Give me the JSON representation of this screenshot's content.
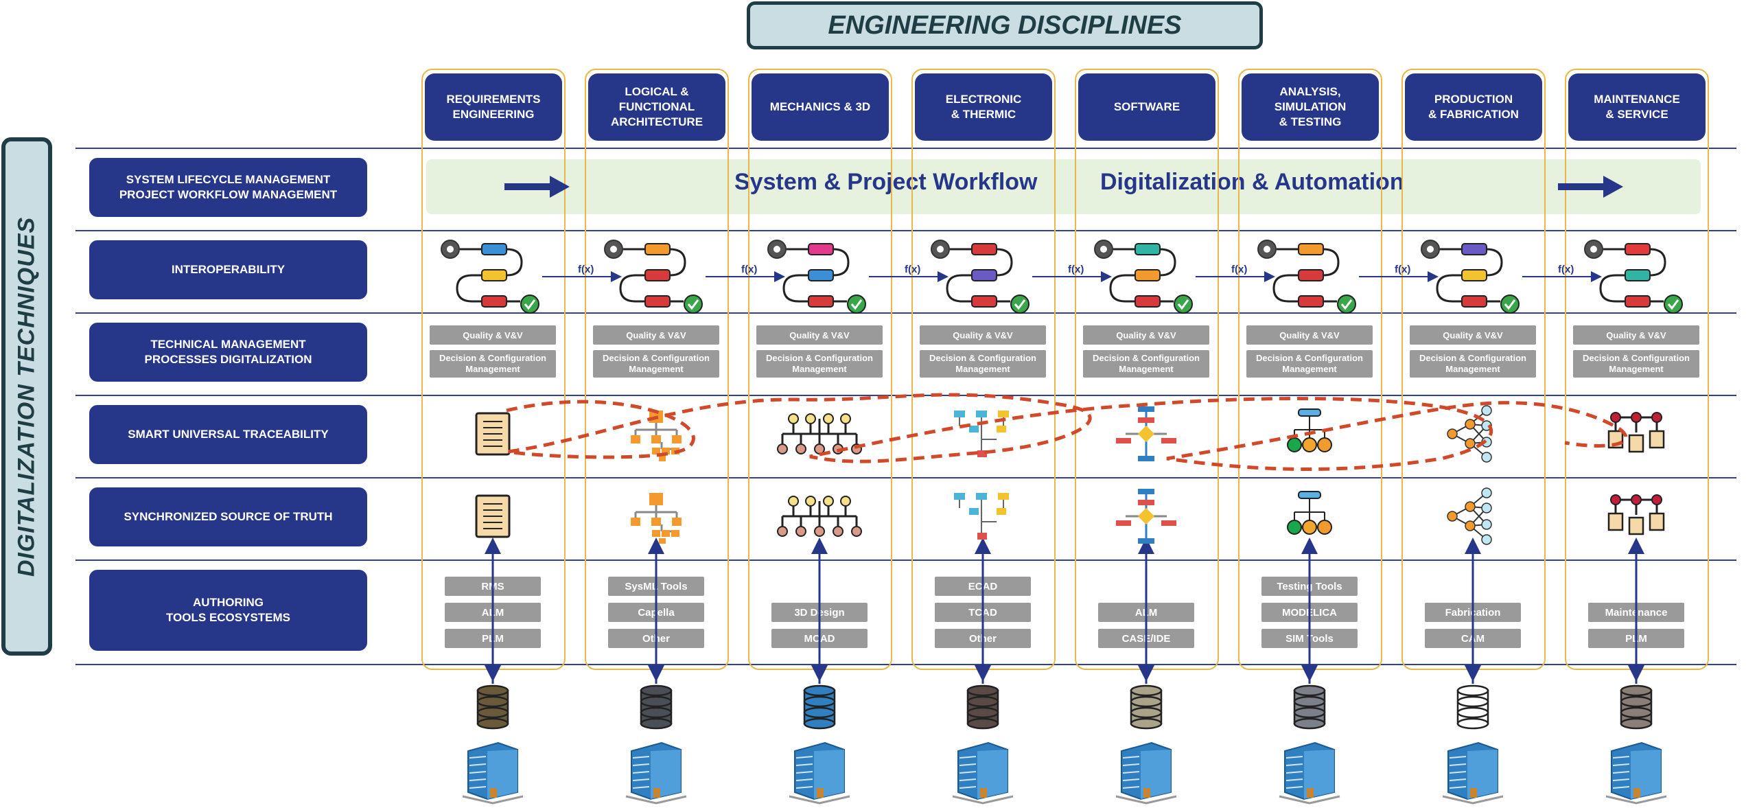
{
  "header": {
    "title": "ENGINEERING DISCIPLINES"
  },
  "sidebar": {
    "title": "DIGITALIZATION TECHNIQUES"
  },
  "rows": [
    {
      "label": "SYSTEM LIFECYCLE MANAGEMENT\nPROJECT WORKFLOW MANAGEMENT"
    },
    {
      "label": "INTEROPERABILITY"
    },
    {
      "label": "TECHNICAL MANAGEMENT\nPROCESSES DIGITALIZATION"
    },
    {
      "label": "SMART UNIVERSAL TRACEABILITY"
    },
    {
      "label": "SYNCHRONIZED SOURCE OF TRUTH"
    },
    {
      "label": "AUTHORING\nTOOLS ECOSYSTEMS"
    }
  ],
  "workflow": {
    "text_left": "System & Project Workflow",
    "text_right": "Digitalization & Automation"
  },
  "fx_label": "f(x)",
  "columns": [
    {
      "title": "REQUIREMENTS\nENGINEERING",
      "quality": "Quality & V&V",
      "decision": "Decision & Configuration\nManagement",
      "tools": [
        "RMS",
        "ALM",
        "PLM"
      ],
      "icon": "document-icon",
      "db_color": "#6b5a3a",
      "building": "office-building-icon"
    },
    {
      "title": "LOGICAL &\nFUNCTIONAL\nARCHITECTURE",
      "quality": "Quality & V&V",
      "decision": "Decision & Configuration\nManagement",
      "tools": [
        "SysML Tools",
        "Capella",
        "Other"
      ],
      "icon": "hierarchy-icon",
      "db_color": "#4a4f55",
      "building": "office-building-icon"
    },
    {
      "title": "MECHANICS & 3D",
      "quality": "Quality & V&V",
      "decision": "Decision & Configuration\nManagement",
      "tools": [
        "3D Design",
        "MCAD"
      ],
      "icon": "tree-nodes-icon",
      "db_color": "#2f7fc1",
      "building": "office-building-icon"
    },
    {
      "title": "ELECTRONIC\n& THERMIC",
      "quality": "Quality & V&V",
      "decision": "Decision & Configuration\nManagement",
      "tools": [
        "ECAD",
        "TCAD",
        "Other"
      ],
      "icon": "block-diagram-icon",
      "db_color": "#5a4a45",
      "building": "office-building-icon"
    },
    {
      "title": "SOFTWARE",
      "quality": "Quality & V&V",
      "decision": "Decision & Configuration\nManagement",
      "tools": [
        "ALM",
        "CASE/IDE"
      ],
      "icon": "flowchart-icon",
      "db_color": "#a9a38a",
      "building": "office-building-icon"
    },
    {
      "title": "ANALYSIS,\nSIMULATION\n& TESTING",
      "quality": "Quality & V&V",
      "decision": "Decision & Configuration\nManagement",
      "tools": [
        "Testing Tools",
        "MODELICA",
        "SIM Tools"
      ],
      "icon": "org-chart-icon",
      "db_color": "#7c8088",
      "building": "office-building-icon"
    },
    {
      "title": "PRODUCTION\n& FABRICATION",
      "quality": "Quality & V&V",
      "decision": "Decision & Configuration\nManagement",
      "tools": [
        "Fabrication",
        "CAM"
      ],
      "icon": "network-icon",
      "db_color": "#ffffff",
      "building": "office-building-icon"
    },
    {
      "title": "MAINTENANCE\n& SERVICE",
      "quality": "Quality & V&V",
      "decision": "Decision & Configuration\nManagement",
      "tools": [
        "Maintenance",
        "PLM"
      ],
      "icon": "bus-tree-icon",
      "db_color": "#8a7f76",
      "building": "office-building-icon"
    }
  ],
  "colors": {
    "navy": "#26378a",
    "frame": "#e8b848",
    "workflow_bg": "#e6f2de",
    "trace_line": "#d2492a",
    "chip": "#9a9a9a"
  }
}
